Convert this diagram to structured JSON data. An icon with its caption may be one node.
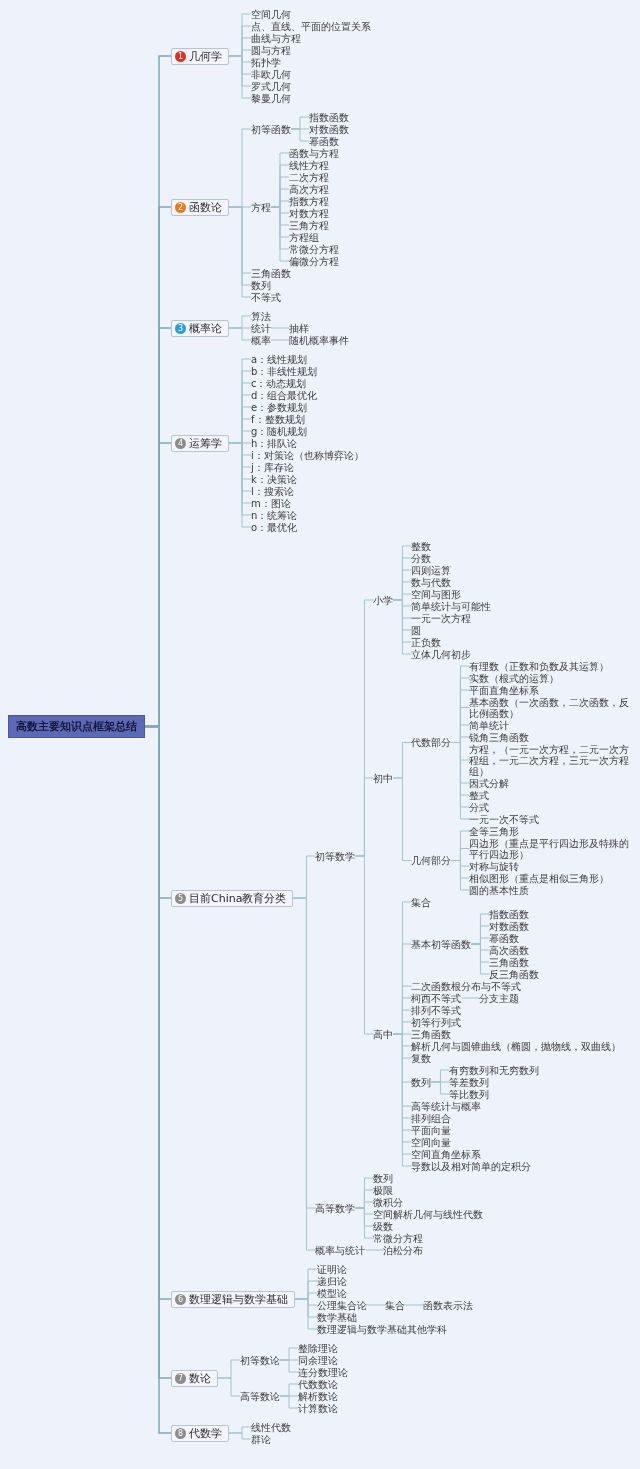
{
  "diagram": {
    "nodes": [
      {
        "text": [
          "高数主要知识点框架总结"
        ]
      },
      {
        "text": [
          "1",
          "几何学"
        ]
      },
      {
        "text": [
          "空间几何"
        ]
      },
      {
        "text": [
          "点、直线、平面的位置关系"
        ]
      },
      {
        "text": [
          "曲线与方程"
        ]
      },
      {
        "text": [
          "圆与方程"
        ]
      },
      {
        "text": [
          "拓扑学"
        ]
      },
      {
        "text": [
          "非欧几何"
        ]
      },
      {
        "text": [
          "罗式几何"
        ]
      },
      {
        "text": [
          "黎曼几何"
        ]
      },
      {
        "text": [
          "2",
          "函数论"
        ]
      },
      {
        "text": [
          "初等函数"
        ]
      },
      {
        "text": [
          "指数函数"
        ]
      },
      {
        "text": [
          "对数函数"
        ]
      },
      {
        "text": [
          "幂函数"
        ]
      },
      {
        "text": [
          "方程"
        ]
      },
      {
        "text": [
          "函数与方程"
        ]
      },
      {
        "text": [
          "线性方程"
        ]
      },
      {
        "text": [
          "二次方程"
        ]
      },
      {
        "text": [
          "高次方程"
        ]
      },
      {
        "text": [
          "指数方程"
        ]
      },
      {
        "text": [
          "对数方程"
        ]
      },
      {
        "text": [
          "三角方程"
        ]
      },
      {
        "text": [
          "方程组"
        ]
      },
      {
        "text": [
          "常微分方程"
        ]
      },
      {
        "text": [
          "偏微分方程"
        ]
      },
      {
        "text": [
          "三角函数"
        ]
      },
      {
        "text": [
          "数列"
        ]
      },
      {
        "text": [
          "不等式"
        ]
      },
      {
        "text": [
          "3",
          "概率论"
        ]
      },
      {
        "text": [
          "算法"
        ]
      },
      {
        "text": [
          "统计"
        ]
      },
      {
        "text": [
          "抽样"
        ]
      },
      {
        "text": [
          "概率"
        ]
      },
      {
        "text": [
          "随机概率事件"
        ]
      },
      {
        "text": [
          "4",
          "运筹学"
        ]
      },
      {
        "text": [
          "a：线性规划"
        ]
      },
      {
        "text": [
          "b：非线性规划"
        ]
      },
      {
        "text": [
          "c：动态规划"
        ]
      },
      {
        "text": [
          "d：组合最优化"
        ]
      },
      {
        "text": [
          "e：参数规划"
        ]
      },
      {
        "text": [
          "f：整数规划"
        ]
      },
      {
        "text": [
          "g：随机规划"
        ]
      },
      {
        "text": [
          "h：排队论"
        ]
      },
      {
        "text": [
          "i：对策论（也称博弈论）"
        ]
      },
      {
        "text": [
          "j：库存论"
        ]
      },
      {
        "text": [
          "k：决策论"
        ]
      },
      {
        "text": [
          "l：搜索论"
        ]
      },
      {
        "text": [
          "m：图论"
        ]
      },
      {
        "text": [
          "n：统筹论"
        ]
      },
      {
        "text": [
          "o：最优化"
        ]
      },
      {
        "text": [
          "5",
          "目前China教育分类"
        ]
      },
      {
        "text": [
          "初等数学"
        ]
      },
      {
        "text": [
          "小学"
        ]
      },
      {
        "text": [
          "整数"
        ]
      },
      {
        "text": [
          "分数"
        ]
      },
      {
        "text": [
          "四则运算"
        ]
      },
      {
        "text": [
          "数与代数"
        ]
      },
      {
        "text": [
          "空间与图形"
        ]
      },
      {
        "text": [
          "简单统计与可能性"
        ]
      },
      {
        "text": [
          "一元一次方程"
        ]
      },
      {
        "text": [
          "圆"
        ]
      },
      {
        "text": [
          "正负数"
        ]
      },
      {
        "text": [
          "立体几何初步"
        ]
      },
      {
        "text": [
          "初中"
        ]
      },
      {
        "text": [
          "代数部分"
        ]
      },
      {
        "text": [
          "有理数（正数和负数及其运算）"
        ]
      },
      {
        "text": [
          "实数（根式的运算）"
        ]
      },
      {
        "text": [
          "平面直角坐标系"
        ]
      },
      {
        "text": [
          "基本函数（一次函数，二次函数，反比例函数）"
        ]
      },
      {
        "text": [
          "简单统计"
        ]
      },
      {
        "text": [
          "锐角三角函数"
        ]
      },
      {
        "text": [
          "方程，（一元一次方程，二元一次方程组，一元二次方程，三元一次方程组）"
        ]
      },
      {
        "text": [
          "因式分解"
        ]
      },
      {
        "text": [
          "整式"
        ]
      },
      {
        "text": [
          "分式"
        ]
      },
      {
        "text": [
          "一元一次不等式"
        ]
      },
      {
        "text": [
          "几何部分"
        ]
      },
      {
        "text": [
          "全等三角形"
        ]
      },
      {
        "text": [
          "四边形（重点是平行四边形及特殊的平行四边形）"
        ]
      },
      {
        "text": [
          "对称与旋转"
        ]
      },
      {
        "text": [
          "相似图形（重点是相似三角形）"
        ]
      },
      {
        "text": [
          "圆的基本性质"
        ]
      },
      {
        "text": [
          "高中"
        ]
      },
      {
        "text": [
          "集合"
        ]
      },
      {
        "text": [
          "基本初等函数"
        ]
      },
      {
        "text": [
          "指数函数"
        ]
      },
      {
        "text": [
          "对数函数"
        ]
      },
      {
        "text": [
          "幂函数"
        ]
      },
      {
        "text": [
          "高次函数"
        ]
      },
      {
        "text": [
          "三角函数"
        ]
      },
      {
        "text": [
          "反三角函数"
        ]
      },
      {
        "text": [
          "二次函数根分布与不等式"
        ]
      },
      {
        "text": [
          "柯西不等式"
        ]
      },
      {
        "text": [
          "分支主题"
        ]
      },
      {
        "text": [
          "排列不等式"
        ]
      },
      {
        "text": [
          "初等行列式"
        ]
      },
      {
        "text": [
          "三角函数"
        ]
      },
      {
        "text": [
          "解析几何与圆锥曲线（椭圆，抛物线，双曲线）"
        ]
      },
      {
        "text": [
          "复数"
        ]
      },
      {
        "text": [
          "数列"
        ]
      },
      {
        "text": [
          "有穷数列和无穷数列"
        ]
      },
      {
        "text": [
          "等差数列"
        ]
      },
      {
        "text": [
          "等比数列"
        ]
      },
      {
        "text": [
          "高等统计与概率"
        ]
      },
      {
        "text": [
          "排列组合"
        ]
      },
      {
        "text": [
          "平面向量"
        ]
      },
      {
        "text": [
          "空间向量"
        ]
      },
      {
        "text": [
          "空间直角坐标系"
        ]
      },
      {
        "text": [
          "导数以及相对简单的定积分"
        ]
      },
      {
        "text": [
          "高等数学"
        ]
      },
      {
        "text": [
          "数列"
        ]
      },
      {
        "text": [
          "极限"
        ]
      },
      {
        "text": [
          "微积分"
        ]
      },
      {
        "text": [
          "空间解析几何与线性代数"
        ]
      },
      {
        "text": [
          "级数"
        ]
      },
      {
        "text": [
          "常微分方程"
        ]
      },
      {
        "text": [
          "概率与统计"
        ]
      },
      {
        "text": [
          "泊松分布"
        ]
      },
      {
        "text": [
          "6",
          "数理逻辑与数学基础"
        ]
      },
      {
        "text": [
          "证明论"
        ]
      },
      {
        "text": [
          "递归论"
        ]
      },
      {
        "text": [
          "模型论"
        ]
      },
      {
        "text": [
          "公理集合论"
        ]
      },
      {
        "text": [
          "集合"
        ]
      },
      {
        "text": [
          "函数表示法"
        ]
      },
      {
        "text": [
          "数学基础"
        ]
      },
      {
        "text": [
          "数理逻辑与数学基础其他学科"
        ]
      },
      {
        "text": [
          "7",
          "数论"
        ]
      },
      {
        "text": [
          "初等数论"
        ]
      },
      {
        "text": [
          "整除理论"
        ]
      },
      {
        "text": [
          "同余理论"
        ]
      },
      {
        "text": [
          "连分数理论"
        ]
      },
      {
        "text": [
          "高等数论"
        ]
      },
      {
        "text": [
          "代数数论"
        ]
      },
      {
        "text": [
          "解析数论"
        ]
      },
      {
        "text": [
          "计算数论"
        ]
      },
      {
        "text": [
          "8",
          "代数学"
        ]
      },
      {
        "text": [
          "线性代数"
        ]
      },
      {
        "text": [
          "群论"
        ]
      }
    ],
    "edges": [
      {
        "from": 0,
        "to": 1,
        "arrow": "none"
      },
      {
        "from": 0,
        "to": 10,
        "arrow": "none"
      },
      {
        "from": 0,
        "to": 29,
        "arrow": "none"
      },
      {
        "from": 0,
        "to": 35,
        "arrow": "none"
      },
      {
        "from": 0,
        "to": 51,
        "arrow": "none"
      },
      {
        "from": 0,
        "to": 119,
        "arrow": "none"
      },
      {
        "from": 0,
        "to": 128,
        "arrow": "none"
      },
      {
        "from": 0,
        "to": 137,
        "arrow": "none"
      },
      {
        "from": 1,
        "to": 2,
        "arrow": "none"
      },
      {
        "from": 1,
        "to": 3,
        "arrow": "none"
      },
      {
        "from": 1,
        "to": 4,
        "arrow": "none"
      },
      {
        "from": 1,
        "to": 5,
        "arrow": "none"
      },
      {
        "from": 1,
        "to": 6,
        "arrow": "none"
      },
      {
        "from": 1,
        "to": 7,
        "arrow": "none"
      },
      {
        "from": 1,
        "to": 8,
        "arrow": "none"
      },
      {
        "from": 1,
        "to": 9,
        "arrow": "none"
      },
      {
        "from": 10,
        "to": 11,
        "arrow": "none"
      },
      {
        "from": 10,
        "to": 15,
        "arrow": "none"
      },
      {
        "from": 10,
        "to": 26,
        "arrow": "none"
      },
      {
        "from": 10,
        "to": 27,
        "arrow": "none"
      },
      {
        "from": 10,
        "to": 28,
        "arrow": "none"
      },
      {
        "from": 11,
        "to": 12,
        "arrow": "none"
      },
      {
        "from": 11,
        "to": 13,
        "arrow": "none"
      },
      {
        "from": 11,
        "to": 14,
        "arrow": "none"
      },
      {
        "from": 15,
        "to": 16,
        "arrow": "none"
      },
      {
        "from": 15,
        "to": 17,
        "arrow": "none"
      },
      {
        "from": 15,
        "to": 18,
        "arrow": "none"
      },
      {
        "from": 15,
        "to": 19,
        "arrow": "none"
      },
      {
        "from": 15,
        "to": 20,
        "arrow": "none"
      },
      {
        "from": 15,
        "to": 21,
        "arrow": "none"
      },
      {
        "from": 15,
        "to": 22,
        "arrow": "none"
      },
      {
        "from": 15,
        "to": 23,
        "arrow": "none"
      },
      {
        "from": 15,
        "to": 24,
        "arrow": "none"
      },
      {
        "from": 15,
        "to": 25,
        "arrow": "none"
      },
      {
        "from": 29,
        "to": 30,
        "arrow": "none"
      },
      {
        "from": 29,
        "to": 31,
        "arrow": "none"
      },
      {
        "from": 29,
        "to": 33,
        "arrow": "none"
      },
      {
        "from": 31,
        "to": 32,
        "arrow": "none"
      },
      {
        "from": 33,
        "to": 34,
        "arrow": "none"
      },
      {
        "from": 35,
        "to": 36,
        "arrow": "none"
      },
      {
        "from": 35,
        "to": 37,
        "arrow": "none"
      },
      {
        "from": 35,
        "to": 38,
        "arrow": "none"
      },
      {
        "from": 35,
        "to": 39,
        "arrow": "none"
      },
      {
        "from": 35,
        "to": 40,
        "arrow": "none"
      },
      {
        "from": 35,
        "to": 41,
        "arrow": "none"
      },
      {
        "from": 35,
        "to": 42,
        "arrow": "none"
      },
      {
        "from": 35,
        "to": 43,
        "arrow": "none"
      },
      {
        "from": 35,
        "to": 44,
        "arrow": "none"
      },
      {
        "from": 35,
        "to": 45,
        "arrow": "none"
      },
      {
        "from": 35,
        "to": 46,
        "arrow": "none"
      },
      {
        "from": 35,
        "to": 47,
        "arrow": "none"
      },
      {
        "from": 35,
        "to": 48,
        "arrow": "none"
      },
      {
        "from": 35,
        "to": 49,
        "arrow": "none"
      },
      {
        "from": 35,
        "to": 50,
        "arrow": "none"
      },
      {
        "from": 51,
        "to": 52,
        "arrow": "none"
      },
      {
        "from": 51,
        "to": 110,
        "arrow": "none"
      },
      {
        "from": 51,
        "to": 117,
        "arrow": "none"
      },
      {
        "from": 52,
        "to": 53,
        "arrow": "none"
      },
      {
        "from": 52,
        "to": 64,
        "arrow": "none"
      },
      {
        "from": 52,
        "to": 83,
        "arrow": "none"
      },
      {
        "from": 53,
        "to": 54,
        "arrow": "none"
      },
      {
        "from": 53,
        "to": 55,
        "arrow": "none"
      },
      {
        "from": 53,
        "to": 56,
        "arrow": "none"
      },
      {
        "from": 53,
        "to": 57,
        "arrow": "none"
      },
      {
        "from": 53,
        "to": 58,
        "arrow": "none"
      },
      {
        "from": 53,
        "to": 59,
        "arrow": "none"
      },
      {
        "from": 53,
        "to": 60,
        "arrow": "none"
      },
      {
        "from": 53,
        "to": 61,
        "arrow": "none"
      },
      {
        "from": 53,
        "to": 62,
        "arrow": "none"
      },
      {
        "from": 53,
        "to": 63,
        "arrow": "none"
      },
      {
        "from": 64,
        "to": 65,
        "arrow": "none"
      },
      {
        "from": 64,
        "to": 77,
        "arrow": "none"
      },
      {
        "from": 65,
        "to": 66,
        "arrow": "none"
      },
      {
        "from": 65,
        "to": 67,
        "arrow": "none"
      },
      {
        "from": 65,
        "to": 68,
        "arrow": "none"
      },
      {
        "from": 65,
        "to": 69,
        "arrow": "none"
      },
      {
        "from": 65,
        "to": 70,
        "arrow": "none"
      },
      {
        "from": 65,
        "to": 71,
        "arrow": "none"
      },
      {
        "from": 65,
        "to": 72,
        "arrow": "none"
      },
      {
        "from": 65,
        "to": 73,
        "arrow": "none"
      },
      {
        "from": 65,
        "to": 74,
        "arrow": "none"
      },
      {
        "from": 65,
        "to": 75,
        "arrow": "none"
      },
      {
        "from": 65,
        "to": 76,
        "arrow": "none"
      },
      {
        "from": 77,
        "to": 78,
        "arrow": "none"
      },
      {
        "from": 77,
        "to": 79,
        "arrow": "none"
      },
      {
        "from": 77,
        "to": 80,
        "arrow": "none"
      },
      {
        "from": 77,
        "to": 81,
        "arrow": "none"
      },
      {
        "from": 77,
        "to": 82,
        "arrow": "none"
      },
      {
        "from": 83,
        "to": 84,
        "arrow": "none"
      },
      {
        "from": 83,
        "to": 85,
        "arrow": "none"
      },
      {
        "from": 83,
        "to": 92,
        "arrow": "none"
      },
      {
        "from": 83,
        "to": 93,
        "arrow": "none"
      },
      {
        "from": 83,
        "to": 95,
        "arrow": "none"
      },
      {
        "from": 83,
        "to": 96,
        "arrow": "none"
      },
      {
        "from": 83,
        "to": 97,
        "arrow": "none"
      },
      {
        "from": 83,
        "to": 98,
        "arrow": "none"
      },
      {
        "from": 83,
        "to": 99,
        "arrow": "none"
      },
      {
        "from": 83,
        "to": 100,
        "arrow": "none"
      },
      {
        "from": 83,
        "to": 104,
        "arrow": "none"
      },
      {
        "from": 83,
        "to": 105,
        "arrow": "none"
      },
      {
        "from": 83,
        "to": 106,
        "arrow": "none"
      },
      {
        "from": 83,
        "to": 107,
        "arrow": "none"
      },
      {
        "from": 83,
        "to": 108,
        "arrow": "none"
      },
      {
        "from": 83,
        "to": 109,
        "arrow": "none"
      },
      {
        "from": 85,
        "to": 86,
        "arrow": "none"
      },
      {
        "from": 85,
        "to": 87,
        "arrow": "none"
      },
      {
        "from": 85,
        "to": 88,
        "arrow": "none"
      },
      {
        "from": 85,
        "to": 89,
        "arrow": "none"
      },
      {
        "from": 85,
        "to": 90,
        "arrow": "none"
      },
      {
        "from": 85,
        "to": 91,
        "arrow": "none"
      },
      {
        "from": 93,
        "to": 94,
        "arrow": "none"
      },
      {
        "from": 100,
        "to": 101,
        "arrow": "none"
      },
      {
        "from": 100,
        "to": 102,
        "arrow": "none"
      },
      {
        "from": 100,
        "to": 103,
        "arrow": "none"
      },
      {
        "from": 110,
        "to": 111,
        "arrow": "none"
      },
      {
        "from": 110,
        "to": 112,
        "arrow": "none"
      },
      {
        "from": 110,
        "to": 113,
        "arrow": "none"
      },
      {
        "from": 110,
        "to": 114,
        "arrow": "none"
      },
      {
        "from": 110,
        "to": 115,
        "arrow": "none"
      },
      {
        "from": 110,
        "to": 116,
        "arrow": "none"
      },
      {
        "from": 117,
        "to": 118,
        "arrow": "none"
      },
      {
        "from": 119,
        "to": 120,
        "arrow": "none"
      },
      {
        "from": 119,
        "to": 121,
        "arrow": "none"
      },
      {
        "from": 119,
        "to": 122,
        "arrow": "none"
      },
      {
        "from": 119,
        "to": 123,
        "arrow": "none"
      },
      {
        "from": 119,
        "to": 126,
        "arrow": "none"
      },
      {
        "from": 119,
        "to": 127,
        "arrow": "none"
      },
      {
        "from": 123,
        "to": 124,
        "arrow": "none"
      },
      {
        "from": 124,
        "to": 125,
        "arrow": "none"
      },
      {
        "from": 128,
        "to": 129,
        "arrow": "none"
      },
      {
        "from": 128,
        "to": 133,
        "arrow": "none"
      },
      {
        "from": 129,
        "to": 130,
        "arrow": "none"
      },
      {
        "from": 129,
        "to": 131,
        "arrow": "none"
      },
      {
        "from": 129,
        "to": 132,
        "arrow": "none"
      },
      {
        "from": 133,
        "to": 134,
        "arrow": "none"
      },
      {
        "from": 133,
        "to": 135,
        "arrow": "none"
      },
      {
        "from": 133,
        "to": 136,
        "arrow": "none"
      },
      {
        "from": 137,
        "to": 138,
        "arrow": "none"
      },
      {
        "from": 137,
        "to": 139,
        "arrow": "none"
      }
    ]
  }
}
